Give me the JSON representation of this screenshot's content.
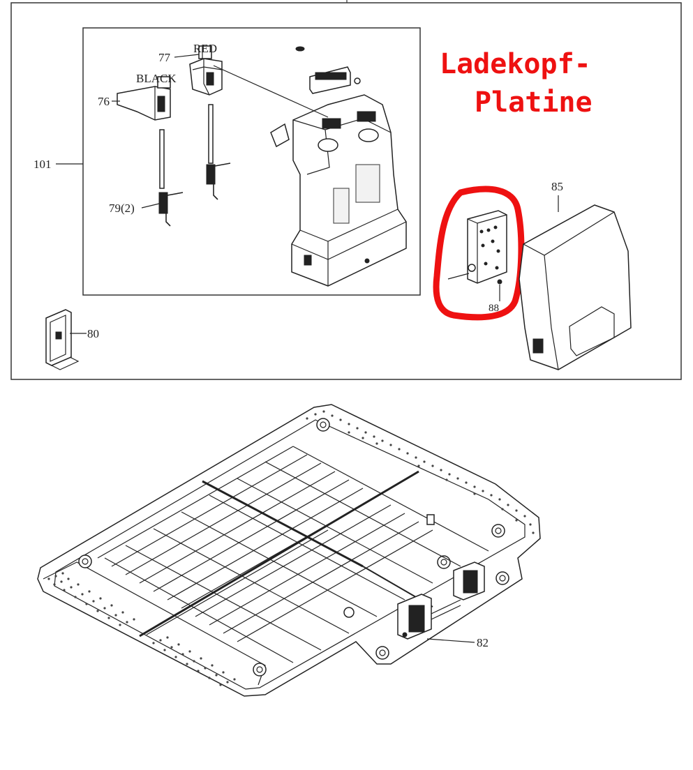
{
  "annotation": {
    "line1": "Ladekopf-",
    "line2": "Platine",
    "color": "#ee1111"
  },
  "callouts": {
    "c77": "77",
    "red": "RED",
    "black": "BLACK",
    "c76": "76",
    "c101": "101",
    "c79": "79(2)",
    "c80": "80",
    "c85": "85",
    "c88": "88",
    "c82": "82"
  }
}
